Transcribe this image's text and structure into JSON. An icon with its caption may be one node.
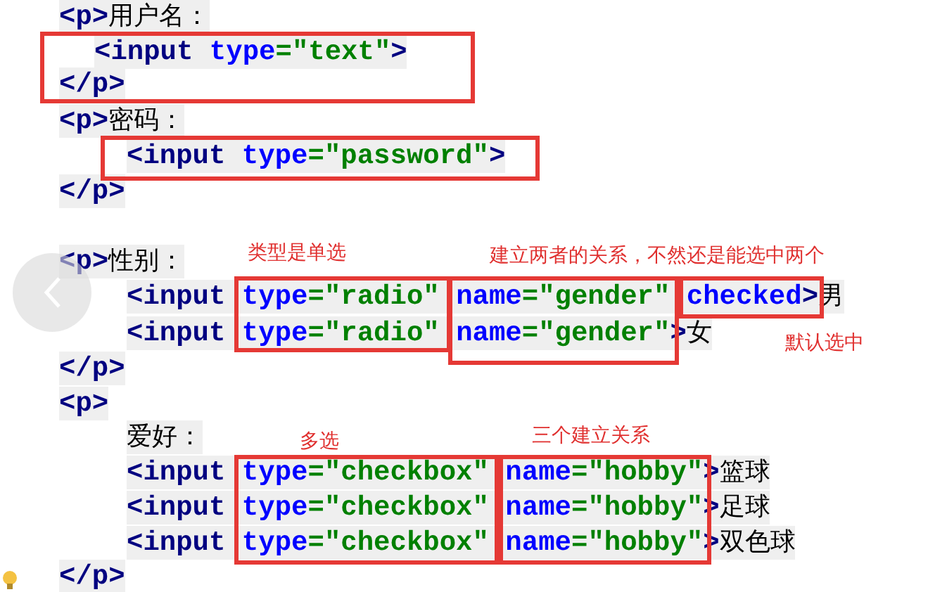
{
  "diagram": {
    "labels": [
      "<p>用户名：",
      "<input type=\"text\">",
      "</p>",
      "<p>密码：",
      "<input type=\"password\">",
      "</p>",
      "<p>性别：",
      "类型是单选",
      "建立两者的关系，不然还是能选中两个",
      "<input type=\"radio\" name=\"gender\" checked>男",
      "<input type=\"radio\" name=\"gender\">女",
      "默认选中",
      "</p>",
      "<p>",
      "爱好：",
      "多选",
      "三个建立关系",
      "<input type=\"checkbox\" name=\"hobby\">篮球",
      "<input type=\"checkbox\" name=\"hobby\">足球",
      "<input type=\"checkbox\" name=\"hobby\">双色球",
      "</p>"
    ]
  }
}
